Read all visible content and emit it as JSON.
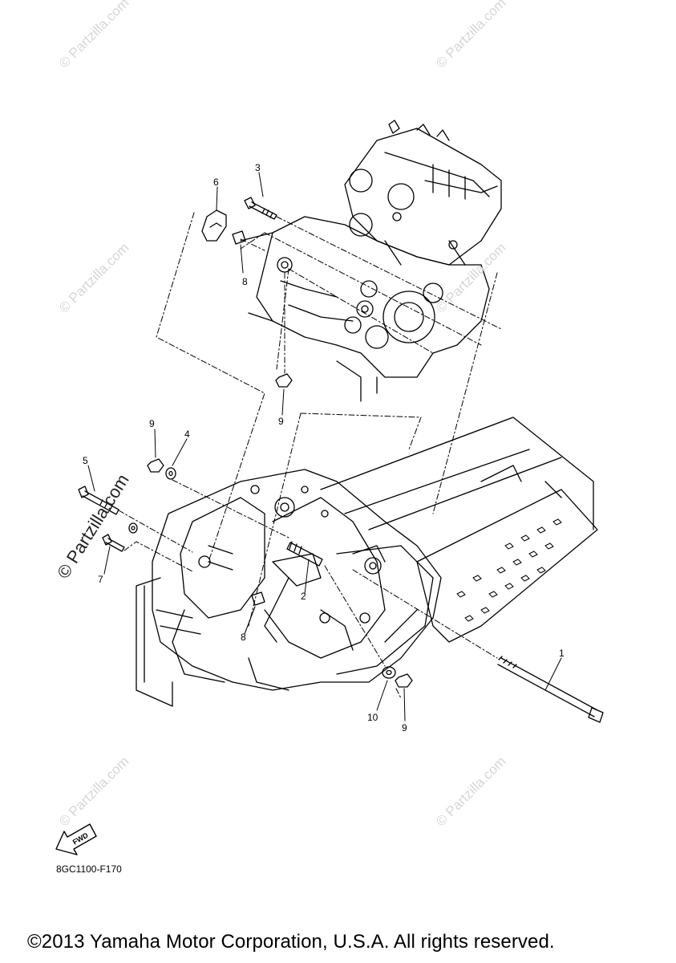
{
  "diagram": {
    "code": "8GC1100-F170",
    "copyright": "©2013 Yamaha Motor Corporation, U.S.A. All rights reserved.",
    "direction_label": "FWD",
    "callouts": {
      "c1": "1",
      "c2": "2",
      "c3": "3",
      "c4": "4",
      "c5": "5",
      "c6": "6",
      "c7": "7",
      "c8_top": "8",
      "c8_mid": "8",
      "c9_top": "9",
      "c9_left": "9",
      "c9_bottom": "9",
      "c10": "10"
    }
  },
  "watermark": {
    "text": "© Partzilla.com",
    "side_text": "© Partzilla.com"
  },
  "icons": {
    "fwd_arrow": "fwd-arrow-icon"
  }
}
